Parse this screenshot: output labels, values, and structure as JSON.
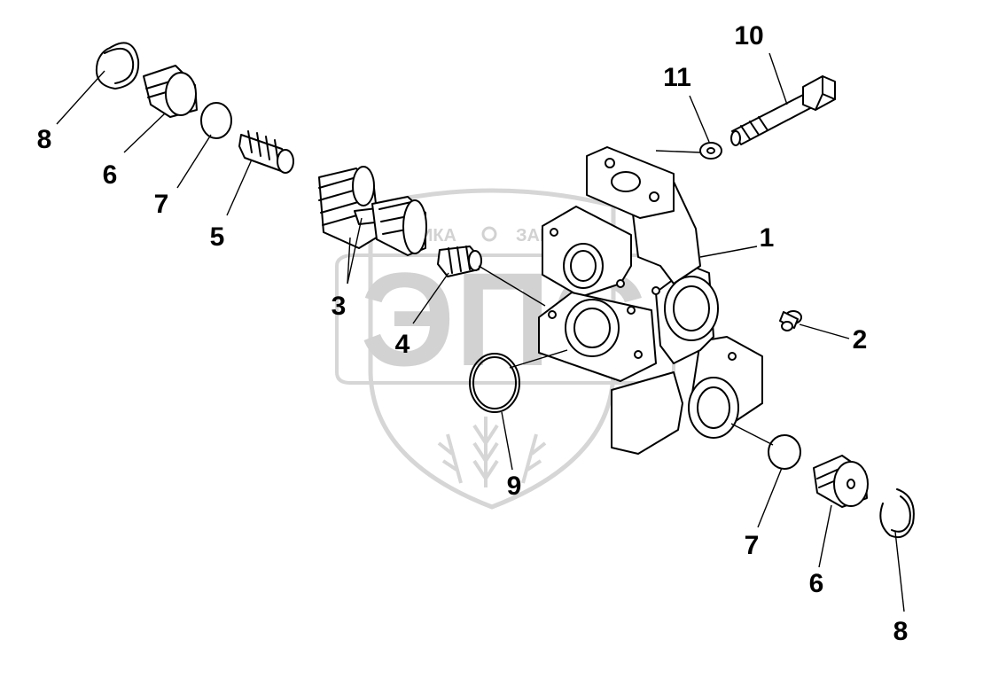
{
  "watermark": {
    "logo_text": "ЭПС",
    "brand_left": "ТЕХНИКА",
    "brand_right": "ЗАПЧАСТИ"
  },
  "callouts": {
    "c1": "1",
    "c2": "2",
    "c3": "3",
    "c4": "4",
    "c5": "5",
    "c6_left": "6",
    "c6_right": "6",
    "c7_left": "7",
    "c7_right": "7",
    "c8_left": "8",
    "c8_right": "8",
    "c9": "9",
    "c10": "10",
    "c11": "11"
  },
  "colors": {
    "line": "#000000",
    "watermark": "#d2d2d2",
    "background": "#ffffff"
  }
}
